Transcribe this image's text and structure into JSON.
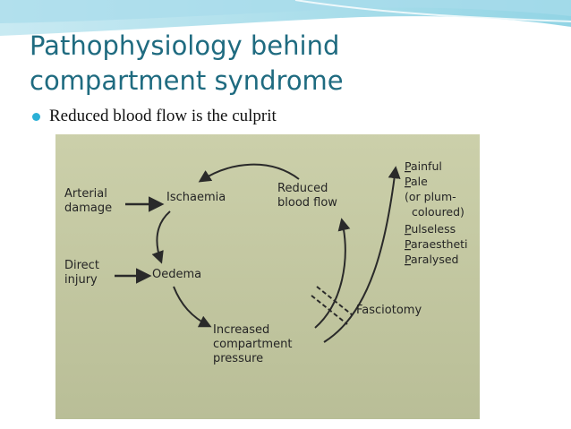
{
  "slide": {
    "title_line1": "Pathophysiology behind",
    "title_line2": "compartment syndrome",
    "bullet": "Reduced blood flow is the culprit"
  },
  "diagram": {
    "arterial_damage": [
      "Arterial",
      "damage"
    ],
    "ischaemia": "Ischaemia",
    "direct_injury": [
      "Direct",
      "injury"
    ],
    "oedema": "Oedema",
    "increased_pressure": [
      "Increased",
      "compartment",
      "pressure"
    ],
    "reduced_blood_flow": [
      "Reduced",
      "blood flow"
    ],
    "fasciotomy": "Fasciotomy",
    "signs": [
      {
        "initial": "P",
        "rest": "ainful"
      },
      {
        "initial": "P",
        "rest": "ale"
      },
      {
        "initial": "",
        "rest": "(or plum-"
      },
      {
        "initial": "",
        "rest": "coloured)"
      },
      {
        "initial": "P",
        "rest": "ulseless"
      },
      {
        "initial": "P",
        "rest": "araestheti"
      },
      {
        "initial": "P",
        "rest": "aralysed"
      }
    ]
  },
  "colors": {
    "title": "#1f6b80",
    "bullet": "#2bb0d6",
    "banner": "#7fcde0",
    "photo_background": "#c4c9a2"
  }
}
